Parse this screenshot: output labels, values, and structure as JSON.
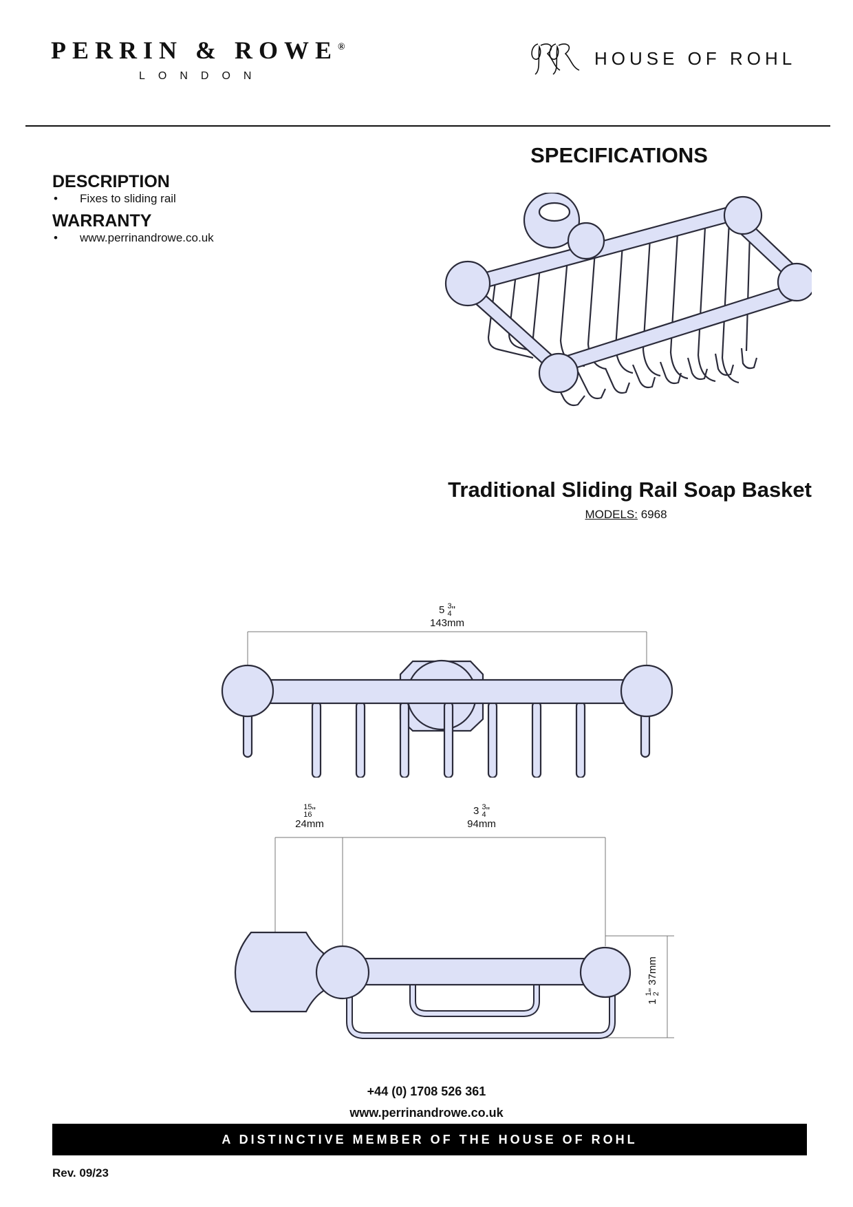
{
  "header": {
    "brand_name": "PERRIN & ROWE",
    "brand_reg": "®",
    "brand_city": "LONDON",
    "parent_brand": "HOUSE OF ROHL"
  },
  "specs": {
    "heading": "SPECIFICATIONS"
  },
  "description": {
    "title": "DESCRIPTION",
    "items": [
      "Fixes to sliding rail"
    ]
  },
  "warranty": {
    "title": "WARRANTY",
    "items": [
      "www.perrinandrowe.co.uk"
    ]
  },
  "product": {
    "title": "Traditional Sliding Rail Soap Basket",
    "models_label": "MODELS:",
    "models_value": "6968"
  },
  "dimensions": {
    "width_whole": "5",
    "width_frac_num": "3",
    "width_frac_den": "4",
    "width_mm": "143mm",
    "offset_frac_num": "15",
    "offset_frac_den": "16",
    "offset_mm": "24mm",
    "depth_whole": "3",
    "depth_frac_num": "3",
    "depth_frac_den": "4",
    "depth_mm": "94mm",
    "height_whole": "1",
    "height_frac_num": "1",
    "height_frac_den": "2",
    "height_mm": "37mm"
  },
  "footer": {
    "phone": "+44 (0) 1708 526 361",
    "website": "www.perrinandrowe.co.uk",
    "banner": "A DISTINCTIVE MEMBER OF THE HOUSE OF ROHL",
    "revision": "Rev. 09/23"
  },
  "colors": {
    "drawing_fill": "#dde1f7",
    "drawing_stroke": "#2b2b3a",
    "rule": "#111111",
    "banner_bg": "#000000",
    "banner_text": "#ffffff"
  }
}
